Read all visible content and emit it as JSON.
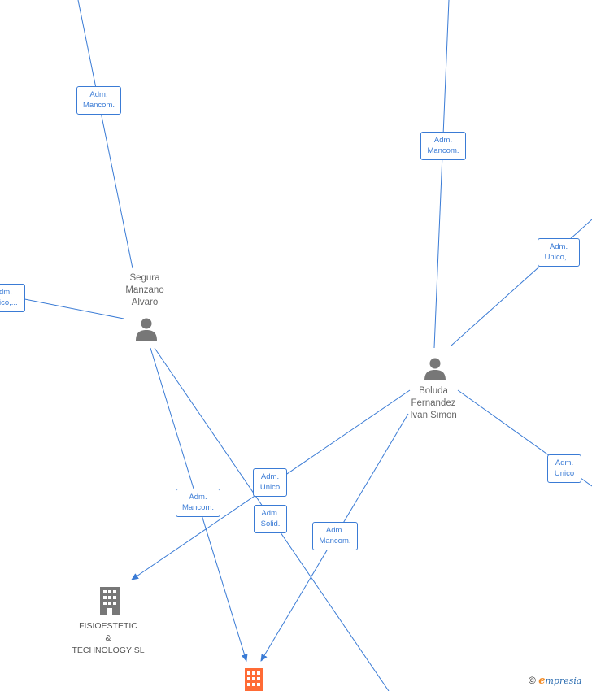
{
  "persons": [
    {
      "id": "segura",
      "name_lines": [
        "Segura",
        "Manzano",
        "Alvaro"
      ]
    },
    {
      "id": "boluda",
      "name_lines": [
        "Boluda",
        "Fernandez",
        "Ivan Simon"
      ]
    }
  ],
  "companies": [
    {
      "id": "fisioestetic",
      "name_lines": [
        "FISIOESTETIC",
        "&",
        "TECHNOLOGY SL"
      ],
      "color": "#777777"
    },
    {
      "id": "main",
      "name_lines": [],
      "color": "#ff6b35"
    }
  ],
  "edge_labels": [
    {
      "id": "l1",
      "lines": [
        "Adm.",
        "Mancom."
      ]
    },
    {
      "id": "l2",
      "lines": [
        "Adm.",
        "Mancom."
      ]
    },
    {
      "id": "l3",
      "lines": [
        "Adm.",
        "Unico,..."
      ]
    },
    {
      "id": "l4",
      "lines": [
        "dm.",
        "ico,..."
      ]
    },
    {
      "id": "l5",
      "lines": [
        "Adm.",
        "Unico"
      ]
    },
    {
      "id": "l6",
      "lines": [
        "Adm.",
        "Mancom."
      ]
    },
    {
      "id": "l7",
      "lines": [
        "Adm.",
        "Solid."
      ]
    },
    {
      "id": "l8",
      "lines": [
        "Adm.",
        "Mancom."
      ]
    },
    {
      "id": "l9",
      "lines": [
        "Adm.",
        "Unico"
      ]
    }
  ],
  "copyright": {
    "symbol": "©",
    "brand_initial": "e",
    "brand_rest": "mpresia"
  },
  "colors": {
    "edge": "#3a7bd5",
    "person": "#777777",
    "highlight_company": "#ff6b35"
  }
}
